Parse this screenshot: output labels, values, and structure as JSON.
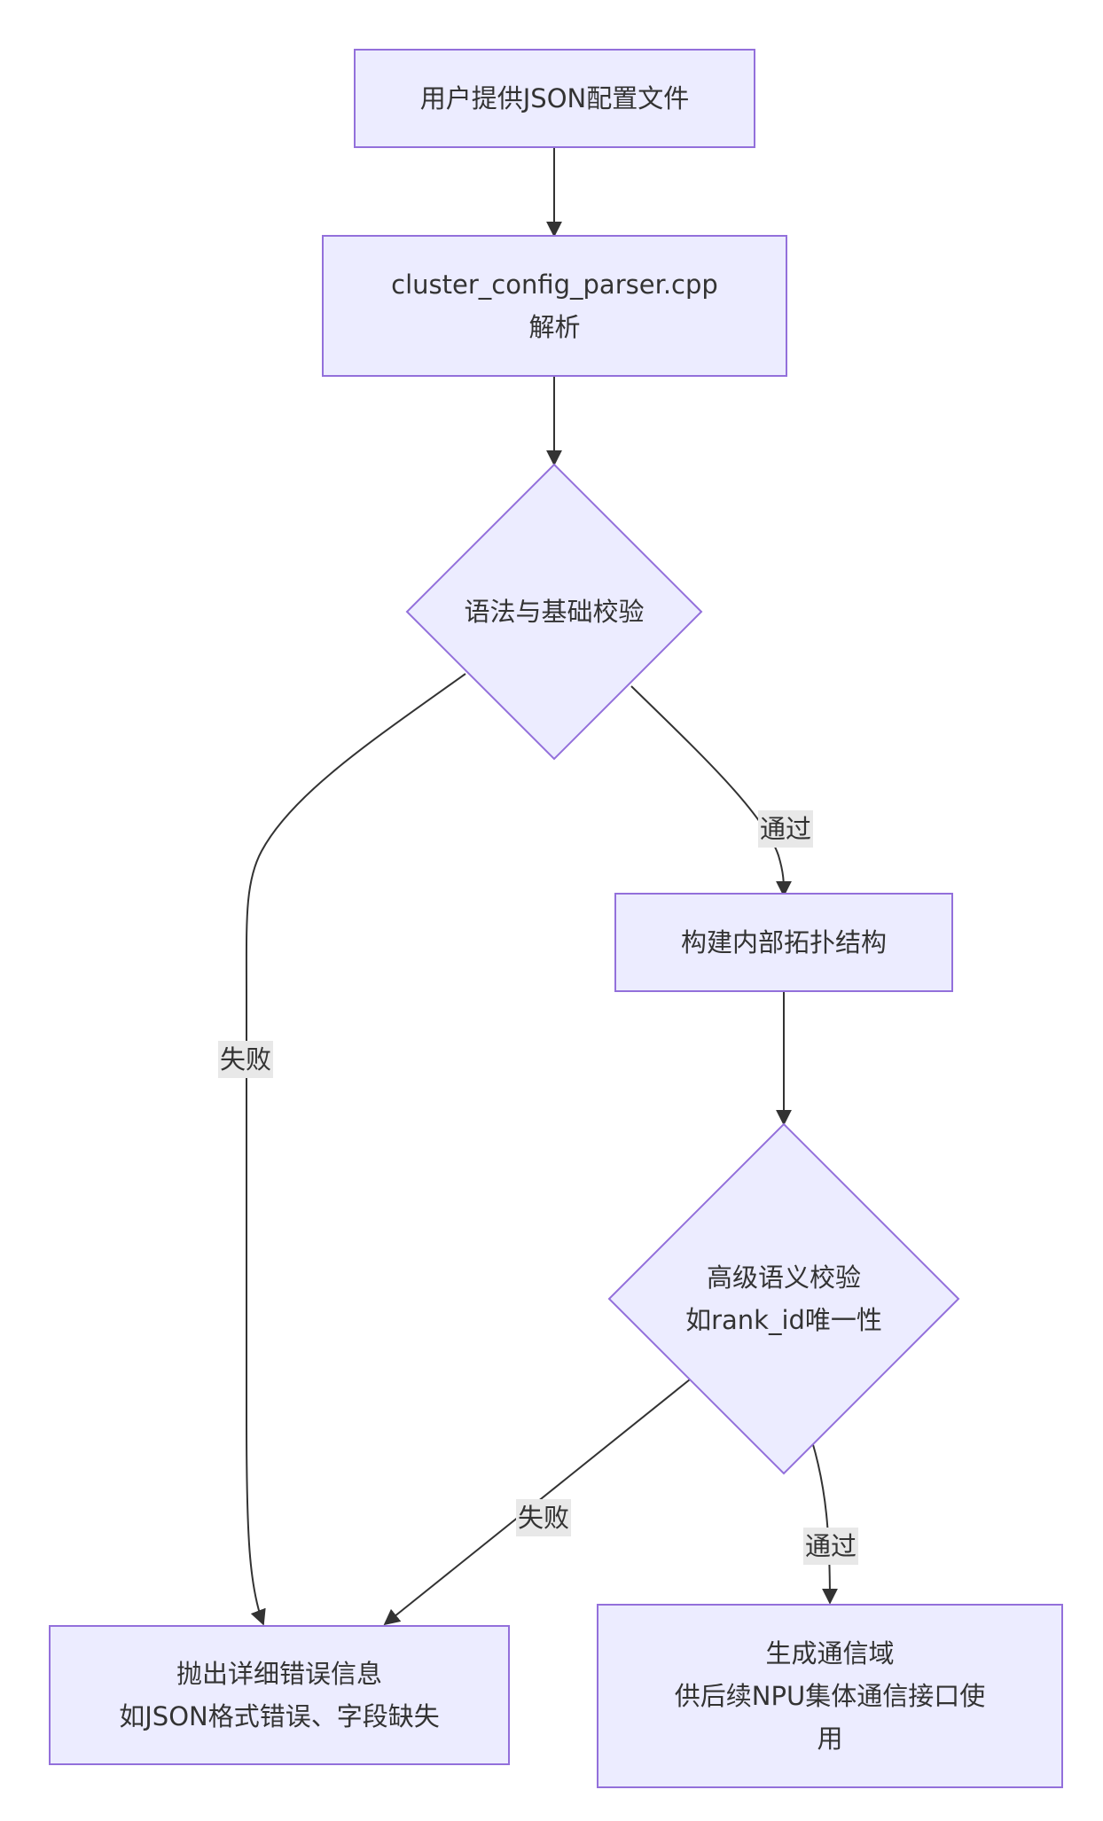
{
  "nodes": {
    "user_json": "用户提供JSON配置文件",
    "parser_line1": "cluster_config_parser.cpp",
    "parser_line2": "解析",
    "syntax_check": "语法与基础校验",
    "build_topology": "构建内部拓扑结构",
    "semantic_line1": "高级语义校验",
    "semantic_line2": "如rank_id唯一性",
    "error_line1": "抛出详细错误信息",
    "error_line2": "如JSON格式错误、字段缺失",
    "domain_line1": "生成通信域",
    "domain_line2": "供后续NPU集体通信接口使",
    "domain_line3": "用"
  },
  "edges": {
    "syntax_fail": "失败",
    "syntax_pass": "通过",
    "semantic_fail": "失败",
    "semantic_pass": "通过"
  },
  "colors": {
    "node_fill": "#ececff",
    "node_stroke": "#9370db",
    "edge": "#333333",
    "label_bg": "#e8e8e8"
  }
}
